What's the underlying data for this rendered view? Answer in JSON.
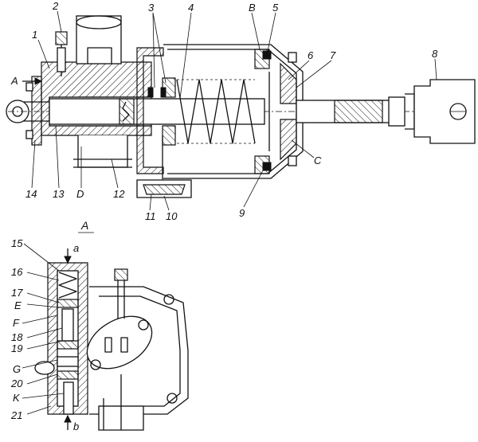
{
  "callouts_upper": [
    "1",
    "2",
    "3",
    "4",
    "B",
    "5",
    "6",
    "7",
    "8",
    "C",
    "9",
    "10",
    "11",
    "12",
    "D",
    "13",
    "14"
  ],
  "callouts_lower": [
    "15",
    "16",
    "17",
    "E",
    "F",
    "18",
    "19",
    "G",
    "20",
    "K",
    "21"
  ],
  "view_arrow_label": "A",
  "section_title": "A",
  "port_labels": {
    "top": "a",
    "bottom": "b"
  }
}
